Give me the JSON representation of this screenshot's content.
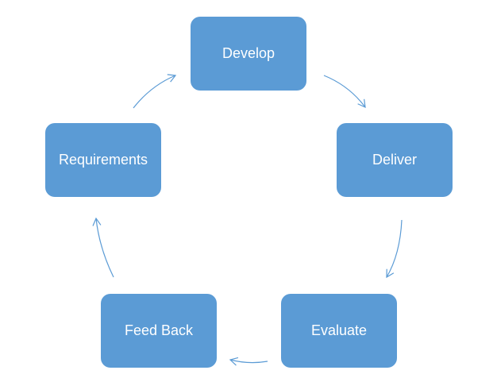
{
  "diagram": {
    "type": "cycle",
    "colors": {
      "node_fill": "#5b9bd5",
      "node_text": "#ffffff",
      "arrow": "#5b9bd5"
    },
    "nodes": [
      {
        "id": "develop",
        "label": "Develop"
      },
      {
        "id": "deliver",
        "label": "Deliver"
      },
      {
        "id": "evaluate",
        "label": "Evaluate"
      },
      {
        "id": "feedback",
        "label": "Feed Back"
      },
      {
        "id": "requirements",
        "label": "Requirements"
      }
    ],
    "edges": [
      {
        "from": "develop",
        "to": "deliver"
      },
      {
        "from": "deliver",
        "to": "evaluate"
      },
      {
        "from": "evaluate",
        "to": "feedback"
      },
      {
        "from": "feedback",
        "to": "requirements"
      },
      {
        "from": "requirements",
        "to": "develop"
      }
    ]
  }
}
